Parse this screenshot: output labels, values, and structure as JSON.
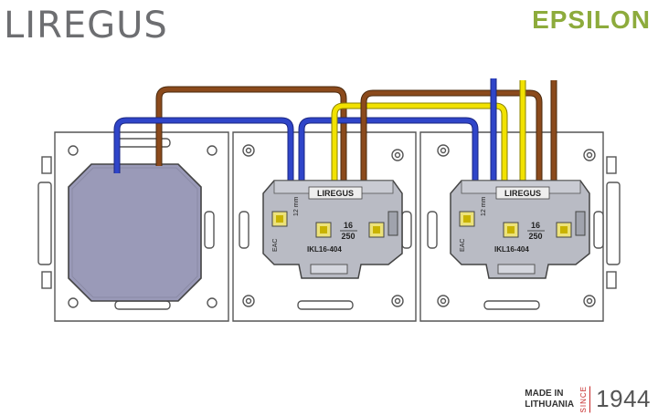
{
  "branding": {
    "brand": "LIREGUS",
    "series": "EPSILON"
  },
  "modules": [
    {
      "brand_label": "LIREGUS",
      "model": "IKL16-404",
      "rating_top": "16",
      "rating_bottom": "250",
      "dimension": "12 mm",
      "cert": "EAC"
    },
    {
      "brand_label": "LIREGUS",
      "model": "IKL16-404",
      "rating_top": "16",
      "rating_bottom": "250",
      "dimension": "12 mm",
      "cert": "EAC"
    }
  ],
  "footer": {
    "made_in_line1": "MADE IN",
    "made_in_line2": "LITHUANIA",
    "since": "SINCE",
    "year": "1944"
  },
  "colors": {
    "wire_blue": "#2f45c9",
    "wire_brown": "#8b4a1c",
    "wire_yellow": "#f2e200",
    "cover": "#9a9ab8",
    "mechanism": "#b9bbc4",
    "accent_green": "#8dab3c"
  }
}
